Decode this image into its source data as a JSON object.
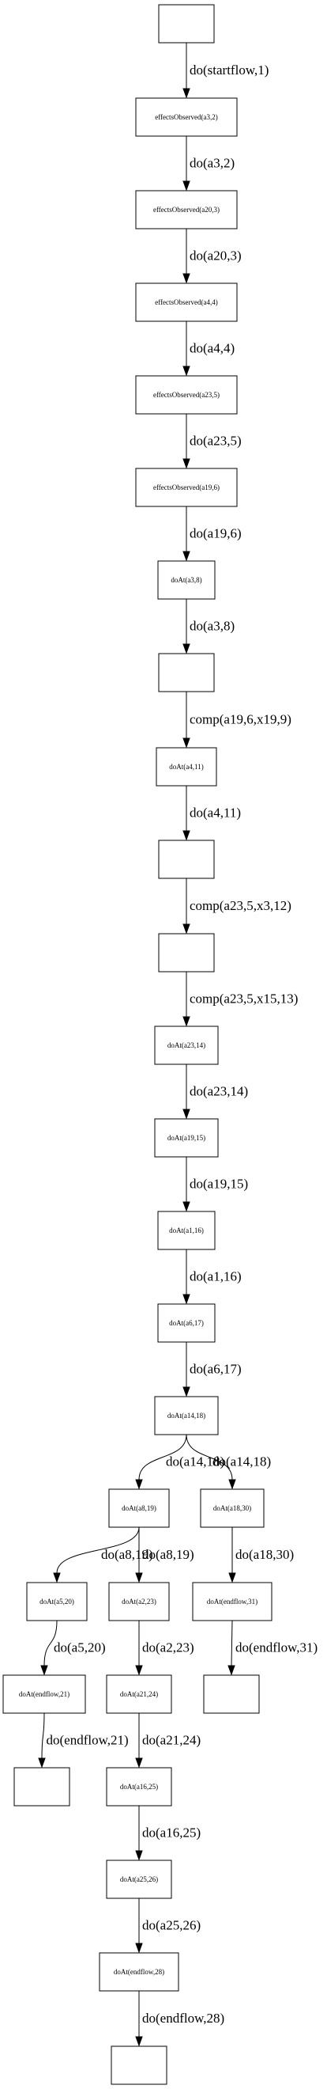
{
  "nodes": [
    {
      "id": "n0",
      "label": ""
    },
    {
      "id": "n1",
      "label": "effectsObserved(a3,2)"
    },
    {
      "id": "n2",
      "label": "effectsObserved(a20,3)"
    },
    {
      "id": "n3",
      "label": "effectsObserved(a4,4)"
    },
    {
      "id": "n4",
      "label": "effectsObserved(a23,5)"
    },
    {
      "id": "n5",
      "label": "effectsObserved(a19,6)"
    },
    {
      "id": "n6",
      "label": "doAt(a3,8)"
    },
    {
      "id": "n7",
      "label": ""
    },
    {
      "id": "n8",
      "label": "doAt(a4,11)"
    },
    {
      "id": "n9",
      "label": ""
    },
    {
      "id": "n10",
      "label": ""
    },
    {
      "id": "n11",
      "label": "doAt(a23,14)"
    },
    {
      "id": "n12",
      "label": "doAt(a19,15)"
    },
    {
      "id": "n13",
      "label": "doAt(a1,16)"
    },
    {
      "id": "n14",
      "label": "doAt(a6,17)"
    },
    {
      "id": "n15",
      "label": "doAt(a14,18)"
    },
    {
      "id": "n16",
      "label": "doAt(a8,19)"
    },
    {
      "id": "n17",
      "label": "doAt(a18,30)"
    },
    {
      "id": "n18",
      "label": "doAt(a5,20)"
    },
    {
      "id": "n19",
      "label": "doAt(a2,23)"
    },
    {
      "id": "n20",
      "label": "doAt(endflow,31)"
    },
    {
      "id": "n21",
      "label": "doAt(endflow,21)"
    },
    {
      "id": "n22",
      "label": "doAt(a21,24)"
    },
    {
      "id": "n23",
      "label": ""
    },
    {
      "id": "n24",
      "label": ""
    },
    {
      "id": "n25",
      "label": "doAt(a16,25)"
    },
    {
      "id": "n26",
      "label": "doAt(a25,26)"
    },
    {
      "id": "n27",
      "label": "doAt(endflow,28)"
    },
    {
      "id": "n28",
      "label": ""
    }
  ],
  "edges": [
    {
      "from": "n0",
      "to": "n1",
      "label": "do(startflow,1)"
    },
    {
      "from": "n1",
      "to": "n2",
      "label": "do(a3,2)"
    },
    {
      "from": "n2",
      "to": "n3",
      "label": "do(a20,3)"
    },
    {
      "from": "n3",
      "to": "n4",
      "label": "do(a4,4)"
    },
    {
      "from": "n4",
      "to": "n5",
      "label": "do(a23,5)"
    },
    {
      "from": "n5",
      "to": "n6",
      "label": "do(a19,6)"
    },
    {
      "from": "n6",
      "to": "n7",
      "label": "do(a3,8)"
    },
    {
      "from": "n7",
      "to": "n8",
      "label": "comp(a19,6,x19,9)"
    },
    {
      "from": "n8",
      "to": "n9",
      "label": "do(a4,11)"
    },
    {
      "from": "n9",
      "to": "n10",
      "label": "comp(a23,5,x3,12)"
    },
    {
      "from": "n10",
      "to": "n11",
      "label": "comp(a23,5,x15,13)"
    },
    {
      "from": "n11",
      "to": "n12",
      "label": "do(a23,14)"
    },
    {
      "from": "n12",
      "to": "n13",
      "label": "do(a19,15)"
    },
    {
      "from": "n13",
      "to": "n14",
      "label": "do(a1,16)"
    },
    {
      "from": "n14",
      "to": "n15",
      "label": "do(a6,17)"
    },
    {
      "from": "n15",
      "to": "n16",
      "label": "do(a14,18)"
    },
    {
      "from": "n15",
      "to": "n17",
      "label": "do(a14,18)"
    },
    {
      "from": "n16",
      "to": "n18",
      "label": "do(a8,19)"
    },
    {
      "from": "n16",
      "to": "n19",
      "label": "do(a8,19)"
    },
    {
      "from": "n17",
      "to": "n20",
      "label": "do(a18,30)"
    },
    {
      "from": "n18",
      "to": "n21",
      "label": "do(a5,20)"
    },
    {
      "from": "n19",
      "to": "n22",
      "label": "do(a2,23)"
    },
    {
      "from": "n20",
      "to": "n24",
      "label": "do(endflow,31)"
    },
    {
      "from": "n21",
      "to": "n23",
      "label": "do(endflow,21)"
    },
    {
      "from": "n22",
      "to": "n25",
      "label": "do(a21,24)"
    },
    {
      "from": "n25",
      "to": "n26",
      "label": "do(a16,25)"
    },
    {
      "from": "n26",
      "to": "n27",
      "label": "do(a25,26)"
    },
    {
      "from": "n27",
      "to": "n28",
      "label": "do(endflow,28)"
    }
  ]
}
